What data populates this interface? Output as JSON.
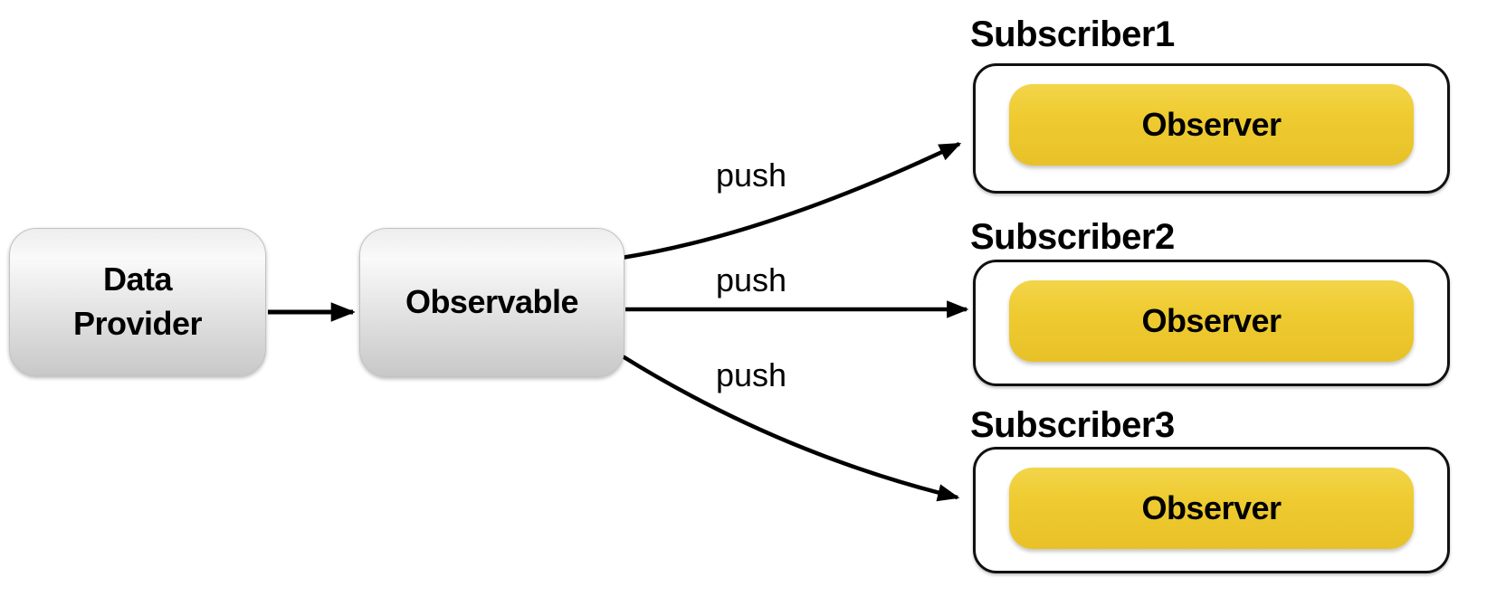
{
  "diagram": {
    "provider": {
      "label": "Data Provider"
    },
    "observable": {
      "label": "Observable"
    },
    "edges": {
      "push1": "push",
      "push2": "push",
      "push3": "push"
    },
    "subscribers": [
      {
        "title": "Subscriber1",
        "observer": "Observer"
      },
      {
        "title": "Subscriber2",
        "observer": "Observer"
      },
      {
        "title": "Subscriber3",
        "observer": "Observer"
      }
    ],
    "colors": {
      "observer_fill": "#eecb30",
      "node_fill_top": "#ededed",
      "node_fill_bottom": "#c8c8c8",
      "connector": "#000000",
      "subscriber_border": "#111111",
      "background": "#ffffff",
      "text_color": "#000000"
    }
  }
}
